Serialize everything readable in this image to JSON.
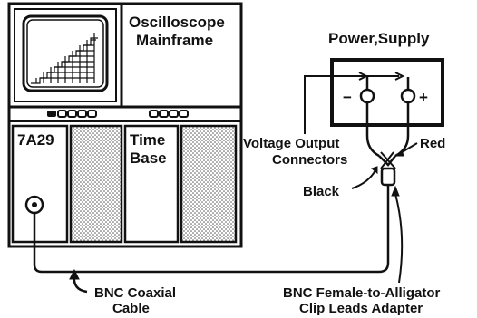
{
  "labels": {
    "oscilloscope_line1": "Oscilloscope",
    "oscilloscope_line2": "Mainframe",
    "plugin_left": "7A29",
    "timebase_line1": "Time",
    "timebase_line2": "Base",
    "power_supply": "Power,Supply",
    "minus": "−",
    "plus": "+",
    "voltage_output_line1": "Voltage Output",
    "voltage_output_line2": "Connectors",
    "red": "Red",
    "black": "Black",
    "bnc_cable_line1": "BNC Coaxial",
    "bnc_cable_line2": "Cable",
    "adapter_line1": "BNC Female-to-Alligator",
    "adapter_line2": "Clip Leads Adapter"
  },
  "colors": {
    "ink": "#111111",
    "paper": "#ffffff",
    "stipple": "#c8c8c8"
  },
  "icons": {
    "left_arrow": "curved-arrow-icon",
    "connector": "binding-post-icon"
  }
}
